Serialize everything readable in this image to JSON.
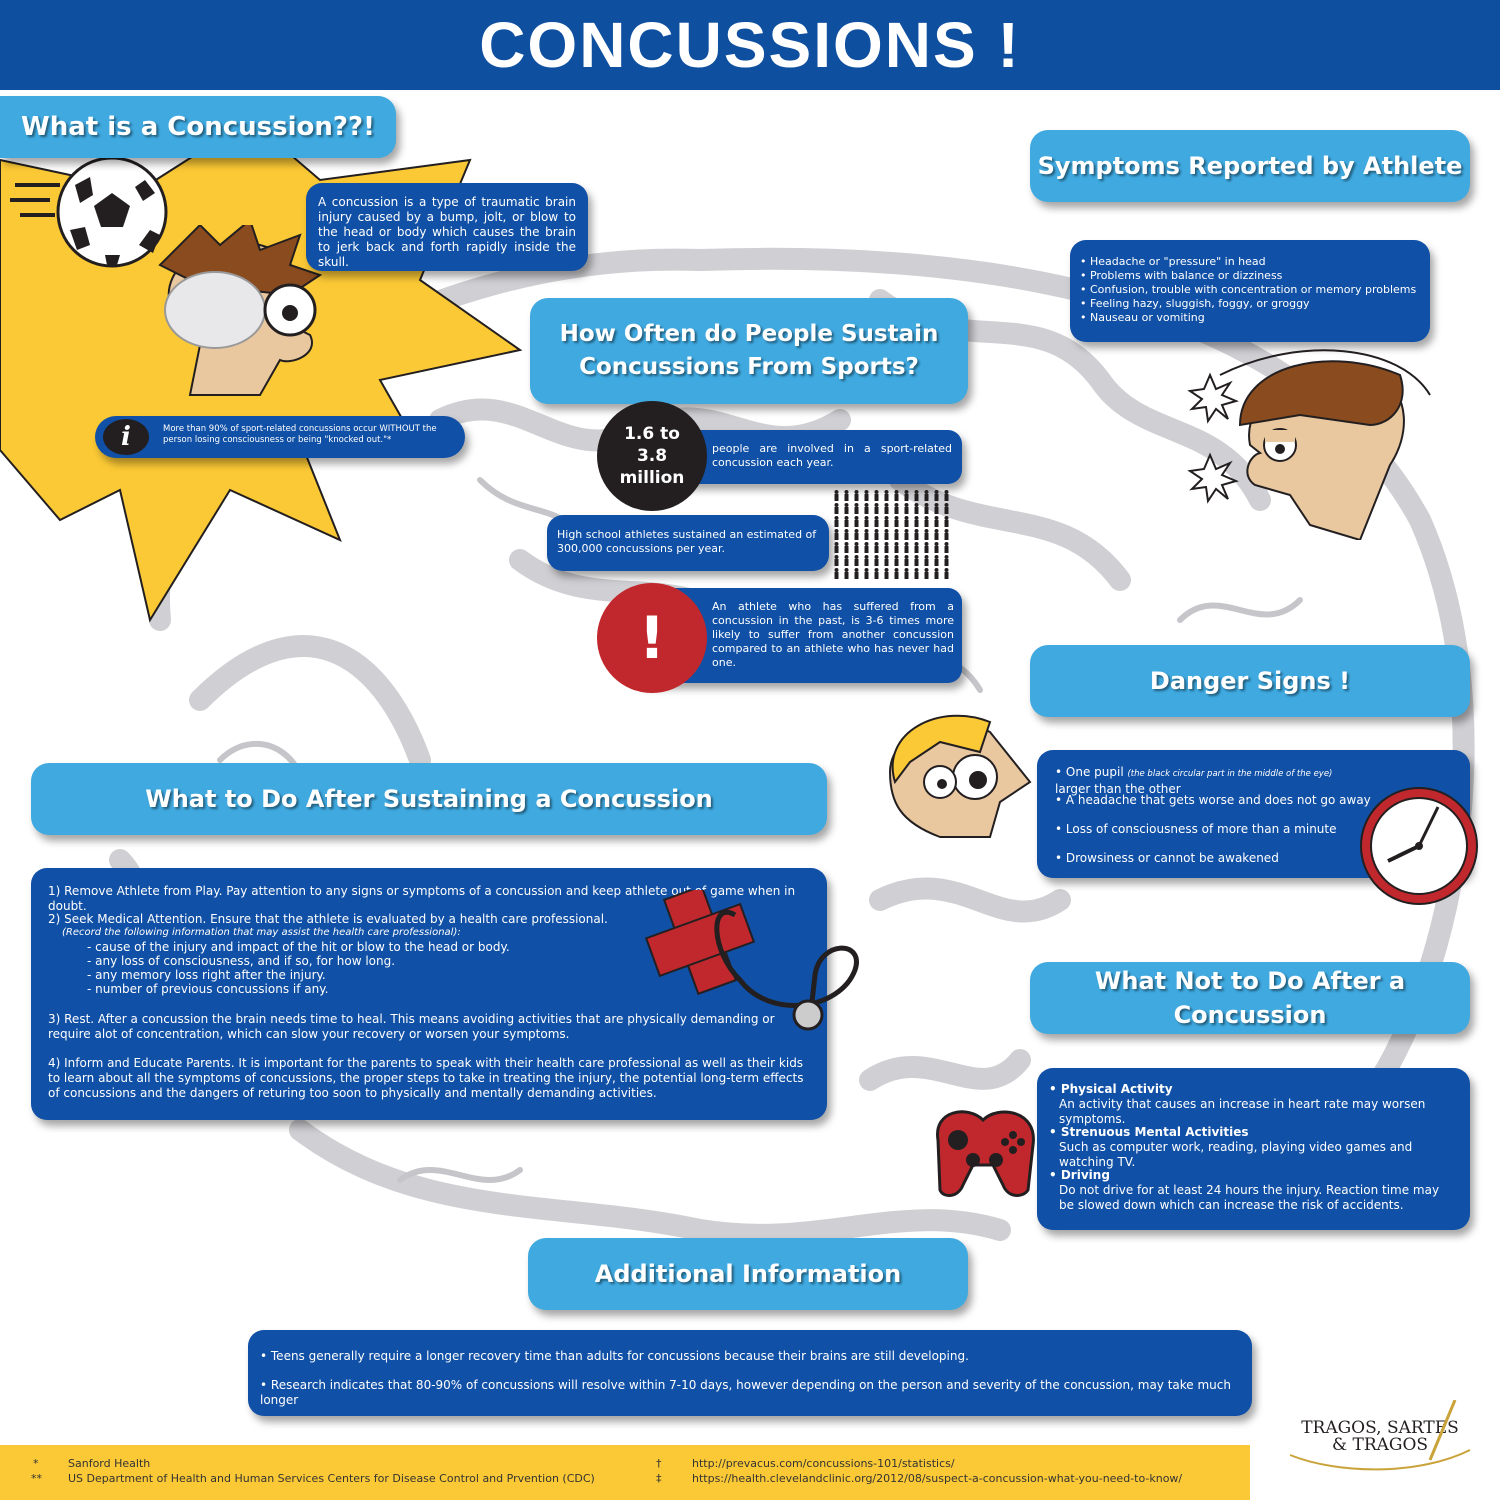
{
  "header": {
    "title": "CONCUSSIONS !"
  },
  "what_is": {
    "title": "What is a Concussion??!",
    "definition": "A concussion is a type of traumatic brain injury caused by a bump, jolt, or blow to the head or body which causes the brain to jerk back and forth rapidly inside the skull.",
    "info_icon": "i",
    "info_note": "More than 90% of sport-related concussions occur WITHOUT the person losing consciousness or being \"knocked out.\"*"
  },
  "how_often": {
    "title": "How Often do People Sustain Concussions From Sports?",
    "stat_number": "1.6 to 3.8 million",
    "stat_text": "people are involved in a sport-related concussion each year.",
    "hs_text": "High school athletes sustained an estimated of 300,000 concussions per year.",
    "warn_icon": "!",
    "repeat_text": "An athlete who has suffered from a concussion in the past, is 3-6 times more likely to suffer from another concussion compared to an athlete who has never had one."
  },
  "symptoms": {
    "title": "Symptoms Reported by Athlete",
    "items": [
      "• Headache or \"pressure\" in head",
      "• Problems with balance or dizziness",
      "• Confusion, trouble with concentration or memory problems",
      "• Feeling hazy, sluggish, foggy, or groggy",
      "• Nauseau or vomiting"
    ]
  },
  "danger": {
    "title": "Danger Signs !",
    "item1_main": "• One pupil ",
    "item1_note": "(the black circular part in the middle of the eye)",
    "item1_end": " larger than the other",
    "item2": "• A headache that gets worse and does not go away",
    "item3": "• Loss of consciousness of more than a minute",
    "item4": "• Drowsiness or cannot be awakened"
  },
  "what_to_do": {
    "title": "What to Do After Sustaining a Concussion",
    "step1": "1) Remove Athlete from Play. Pay attention to any signs or symptoms of a concussion and keep athlete out of game when in doubt.",
    "step2": "2) Seek Medical Attention. Ensure that the athlete is evaluated by a health care professional.",
    "step2_note": "(Record the following information that may assist the health care professional):",
    "step2_items": [
      "- cause of the injury and impact of the hit or blow to the head or body.",
      "- any loss of consciousness, and if so, for how long.",
      "- any memory loss right after the injury.",
      "- number of previous concussions if any."
    ],
    "step3": "3) Rest. After a concussion the brain needs time to heal. This means avoiding activities that are physically demanding or require alot of concentration, which can slow your recovery or worsen your symptoms.",
    "step4": "4) Inform and Educate Parents. It is important for the parents to speak with their health care professional as well as their kids to learn about all the symptoms of concussions, the proper steps to take in treating the injury, the potential long-term effects of concussions and the dangers of returing too soon to physically and mentally demanding activities."
  },
  "what_not": {
    "title": "What Not to Do After a Concussion",
    "items": [
      {
        "head": "• Physical Activity",
        "desc": "An activity that causes an increase in heart rate may worsen symptoms."
      },
      {
        "head": "• Strenuous Mental Activities",
        "desc": "Such as computer work, reading, playing video games and watching TV."
      },
      {
        "head": "• Driving",
        "desc": "Do not drive for at least 24 hours the injury. Reaction time may be slowed down which can increase the risk of accidents."
      }
    ]
  },
  "additional": {
    "title": "Additional Information",
    "item1": "• Teens generally require a longer recovery time than adults for concussions because their brains are still developing.",
    "item2": "• Research indicates that 80-90% of concussions will resolve within 7-10 days, however depending on the person and severity of the concussion, may take much longer"
  },
  "footer": {
    "refs": [
      {
        "mark": "*",
        "text": "Sanford Health"
      },
      {
        "mark": "**",
        "text": "US Department of Health and Human Services Centers for Disease Control and Prvention (CDC)"
      },
      {
        "mark": "†",
        "text": "http://prevacus.com/concussions-101/statistics/"
      },
      {
        "mark": "‡",
        "text": "https://health.clevelandclinic.org/2012/08/suspect-a-concussion-what-you-need-to-know/"
      }
    ]
  },
  "logo": {
    "line1": "TRAGOS, SARTES",
    "line2": "& TRAGOS"
  },
  "colors": {
    "dark_blue": "#1050a6",
    "light_blue": "#3fa9e0",
    "yellow": "#fbc935",
    "red": "#c0282d",
    "black": "#231f20"
  }
}
